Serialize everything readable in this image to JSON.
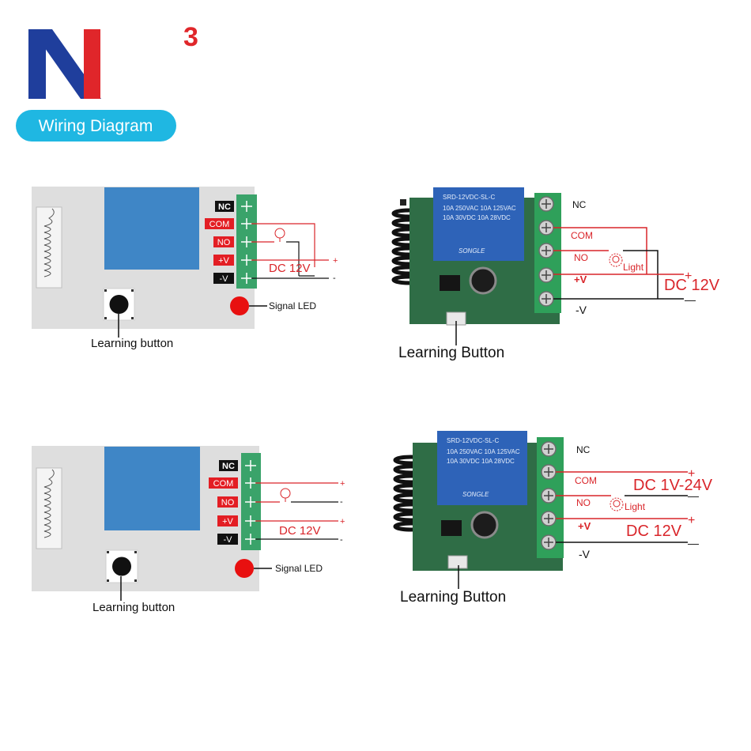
{
  "header": {
    "badge_label": "Wiring Diagram",
    "corner_mark": "3"
  },
  "terminals": [
    "NC",
    "COM",
    "NO",
    "+V",
    "-V"
  ],
  "schematic_top": {
    "power_label": "DC 12V",
    "plus": "+",
    "minus": "-",
    "learning_label": "Learning button",
    "led_label": "Signal LED"
  },
  "photo_top": {
    "power_label": "DC 12V",
    "plus": "+",
    "minus": "—",
    "light_label": "Light",
    "learning_label": "Learning Button",
    "relay_lines": [
      "SRD-12VDC-SL-C",
      "10A 250VAC  10A 125VAC",
      "10A 30VDC  10A 28VDC",
      "SONGLE"
    ]
  },
  "schematic_bottom": {
    "power_label": "DC 12V",
    "plus": "+",
    "minus": "-",
    "learning_label": "Learning button",
    "led_label": "Signal LED"
  },
  "photo_bottom": {
    "load_power_label": "DC 1V-24V",
    "power_label": "DC 12V",
    "plus": "+",
    "minus": "—",
    "light_label": "Light",
    "learning_label": "Learning Button",
    "relay_lines": [
      "SRD-12VDC-SL-C",
      "10A 250VAC  10A 125VAC",
      "10A 30VDC  10A 28VDC",
      "SONGLE"
    ]
  },
  "colors": {
    "brand_blue": "#1f3e9c",
    "brand_red": "#e0262a",
    "badge_cyan": "#1fb7e2",
    "wire_red": "#d9252a",
    "board_gray": "#dedede",
    "relay_blue": "#3f77c2",
    "terminal_green": "#3aa36a"
  }
}
